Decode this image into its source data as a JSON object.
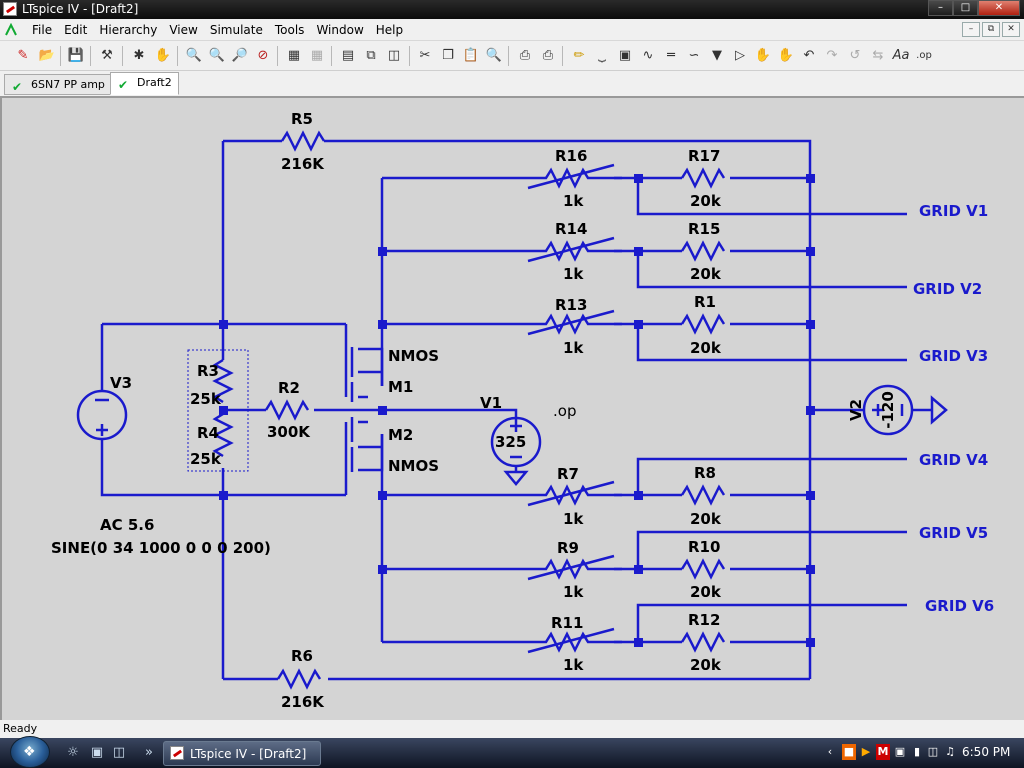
{
  "window": {
    "title": "LTspice IV - [Draft2]"
  },
  "menu": [
    "File",
    "Edit",
    "Hierarchy",
    "View",
    "Simulate",
    "Tools",
    "Window",
    "Help"
  ],
  "tabs": [
    {
      "label": "6SN7  PP amp"
    },
    {
      "label": "Draft2"
    }
  ],
  "schematic": {
    "components": {
      "r5": {
        "name": "R5",
        "value": "216K"
      },
      "r6": {
        "name": "R6",
        "value": "216K"
      },
      "r3": {
        "name": "R3",
        "value": "25k"
      },
      "r4": {
        "name": "R4",
        "value": "25k"
      },
      "r2": {
        "name": "R2",
        "value": "300K"
      },
      "r16": {
        "name": "R16",
        "value": "1k"
      },
      "r14": {
        "name": "R14",
        "value": "1k"
      },
      "r13": {
        "name": "R13",
        "value": "1k"
      },
      "r7": {
        "name": "R7",
        "value": "1k"
      },
      "r9": {
        "name": "R9",
        "value": "1k"
      },
      "r11": {
        "name": "R11",
        "value": "1k"
      },
      "r17": {
        "name": "R17",
        "value": "20k"
      },
      "r15": {
        "name": "R15",
        "value": "20k"
      },
      "r1": {
        "name": "R1",
        "value": "20k"
      },
      "r8": {
        "name": "R8",
        "value": "20k"
      },
      "r10": {
        "name": "R10",
        "value": "20k"
      },
      "r12": {
        "name": "R12",
        "value": "20k"
      },
      "v3": {
        "name": "V3"
      },
      "v1": {
        "name": "V1",
        "value": "325"
      },
      "v2": {
        "name": "V2",
        "value": "-120"
      },
      "m1": {
        "name": "M1",
        "model": "NMOS"
      },
      "m2": {
        "name": "M2",
        "model": "NMOS"
      }
    },
    "directive": ".op",
    "source_ac": "AC 5.6",
    "source_sine": "SINE(0 34 1000 0 0 0 200)",
    "labels": [
      "GRID V1",
      "GRID V2",
      "GRID V3",
      "GRID V4",
      "GRID V5",
      "GRID V6"
    ],
    "wire_color": "#1a1acc",
    "background_color": "#d4d4d4"
  },
  "status": {
    "text": "Ready"
  },
  "taskbar": {
    "task_label": "LTspice IV - [Draft2]",
    "clock": "6:50 PM"
  }
}
